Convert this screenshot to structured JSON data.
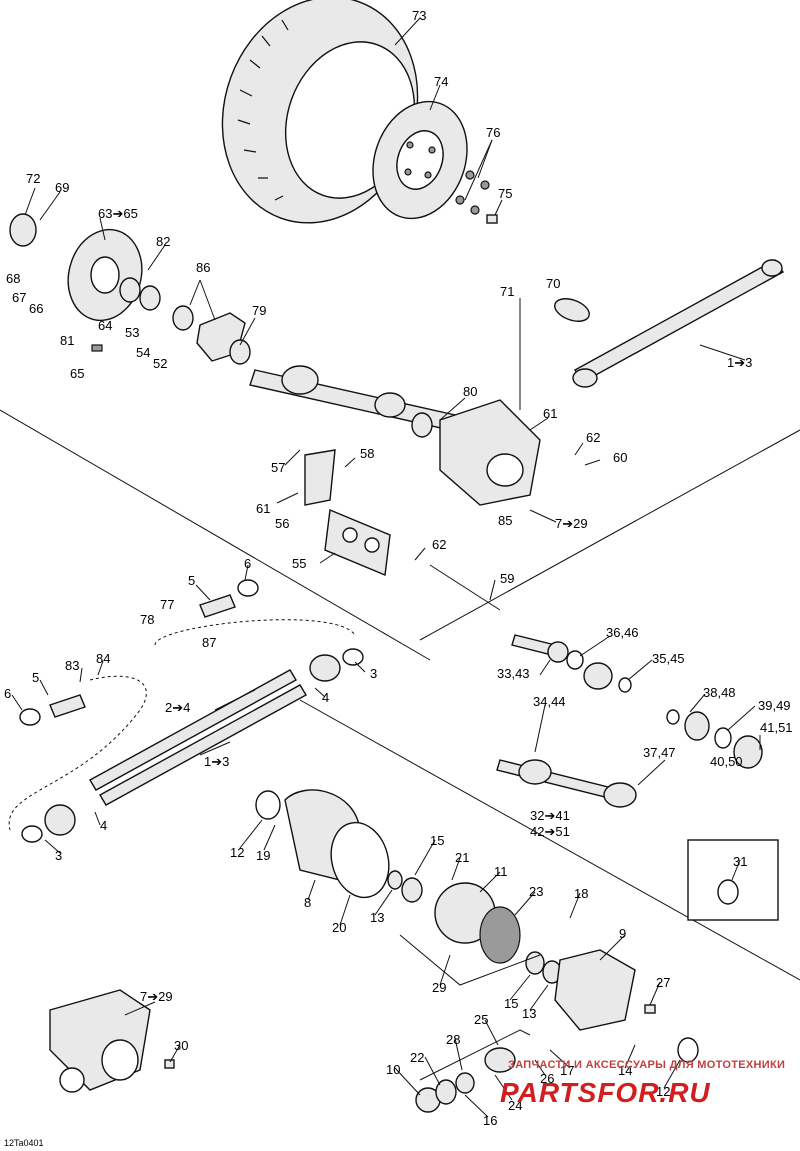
{
  "diagram": {
    "drawing_code": "12Ta0401",
    "callouts": [
      "73",
      "74",
      "76",
      "75",
      "72",
      "69",
      "63➔65",
      "68",
      "67",
      "66",
      "81",
      "64",
      "53",
      "54",
      "52",
      "82",
      "86",
      "79",
      "65",
      "71",
      "70",
      "1➔3",
      "80",
      "61",
      "62",
      "60",
      "57",
      "58",
      "61",
      "56",
      "85",
      "7➔29",
      "55",
      "62",
      "59",
      "6",
      "5",
      "77",
      "78",
      "87",
      "3",
      "84",
      "83",
      "5",
      "6",
      "2➔4",
      "4",
      "1➔3",
      "4",
      "3",
      "36,46",
      "33,43",
      "35,45",
      "34,44",
      "38,48",
      "39,49",
      "41,51",
      "37,47",
      "40,50",
      "32➔41",
      "42➔51",
      "31",
      "12",
      "19",
      "15",
      "21",
      "11",
      "23",
      "18",
      "9",
      "8",
      "20",
      "13",
      "29",
      "15",
      "13",
      "27",
      "7➔29",
      "30",
      "25",
      "28",
      "22",
      "10",
      "24",
      "16",
      "26",
      "17",
      "14",
      "12"
    ],
    "watermark": {
      "tagline": "ЗАПЧАСТИ И АКСЕССУАРЫ ДЛЯ МОТОТЕХНИКИ",
      "logo": "PARTSFOR.RU"
    }
  }
}
